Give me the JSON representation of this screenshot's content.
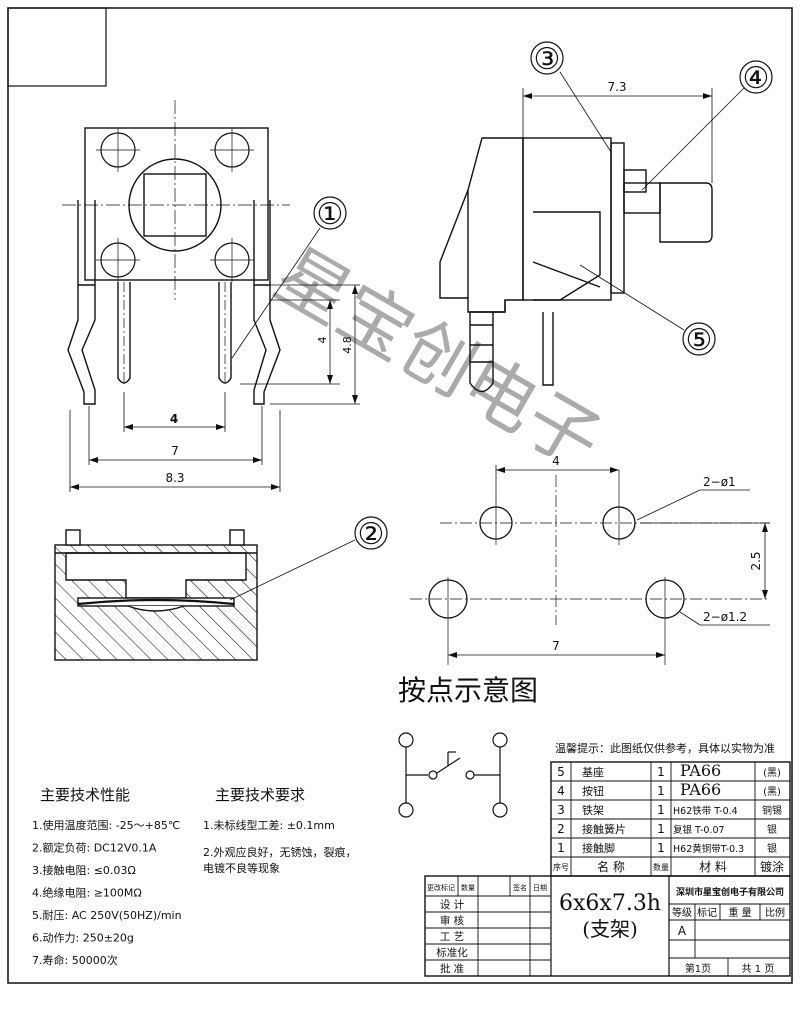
{
  "callouts": {
    "c1": "①",
    "c2": "②",
    "c3": "③",
    "c4": "④",
    "c5": "⑤"
  },
  "front_dims": {
    "d4": "4",
    "d48": "4.8",
    "dpin": "4",
    "d7": "7",
    "d83": "8.3"
  },
  "side_dims": {
    "d73": "7.3"
  },
  "pcb_dims": {
    "d4": "4",
    "h1": "2−ø1",
    "d25": "2.5",
    "d7": "7",
    "h2": "2−ø1.2"
  },
  "diagram_title": "按点示意图",
  "notice": "温馨提示：此图纸仅供参考，具体以实物为准",
  "specs": {
    "title": "主要技术性能",
    "items": [
      "1.使用温度范围:  -25～+85℃",
      "2.额定负荷: DC12V0.1A",
      "3.接触电阻: ≤0.03Ω",
      "4.绝缘电阻: ≥100MΩ",
      "5.耐压: AC 250V(50HZ)/min",
      "6.动作力: 250±20g",
      "7.寿命: 50000次"
    ]
  },
  "requirements": {
    "title": "主要技术要求",
    "items": [
      "1.未标线型工差:  ±0.1mm",
      "2.外观应良好，无锈蚀，裂痕，",
      "电镀不良等现象"
    ]
  },
  "bom": {
    "rows": [
      {
        "no": "5",
        "name": "基座",
        "qty": "1",
        "material": "PA66",
        "finish": "(黑)"
      },
      {
        "no": "4",
        "name": "按钮",
        "qty": "1",
        "material": "PA66",
        "finish": "(黑)"
      },
      {
        "no": "3",
        "name": "铁架",
        "qty": "1",
        "material": "H62铁带 T-0.4",
        "finish": "铜锡"
      },
      {
        "no": "2",
        "name": "接触簧片",
        "qty": "1",
        "material": "复银 T-0.07",
        "finish": "银"
      },
      {
        "no": "1",
        "name": "接触脚",
        "qty": "1",
        "material": "H62黄铜带T-0.3",
        "finish": "银"
      }
    ],
    "header": {
      "no": "序号",
      "name": "名  称",
      "qty": "数量",
      "material": "材  料",
      "finish": "镀涂"
    }
  },
  "title_block": {
    "rev_headers": [
      "更改标记",
      "数量",
      "签名",
      "日期"
    ],
    "roles": [
      "设  计",
      "审  核",
      "工  艺",
      "标准化",
      "批  准"
    ],
    "part_line1": "6x6x7.3h",
    "part_line2": "(支架)",
    "company": "深圳市星宝创电子有限公司",
    "grade_headers": [
      "等级",
      "标记",
      "重  量",
      "比例"
    ],
    "grade_value": "A",
    "page": "第1页",
    "total": "共 1 页"
  },
  "watermark": "星宝创电子"
}
